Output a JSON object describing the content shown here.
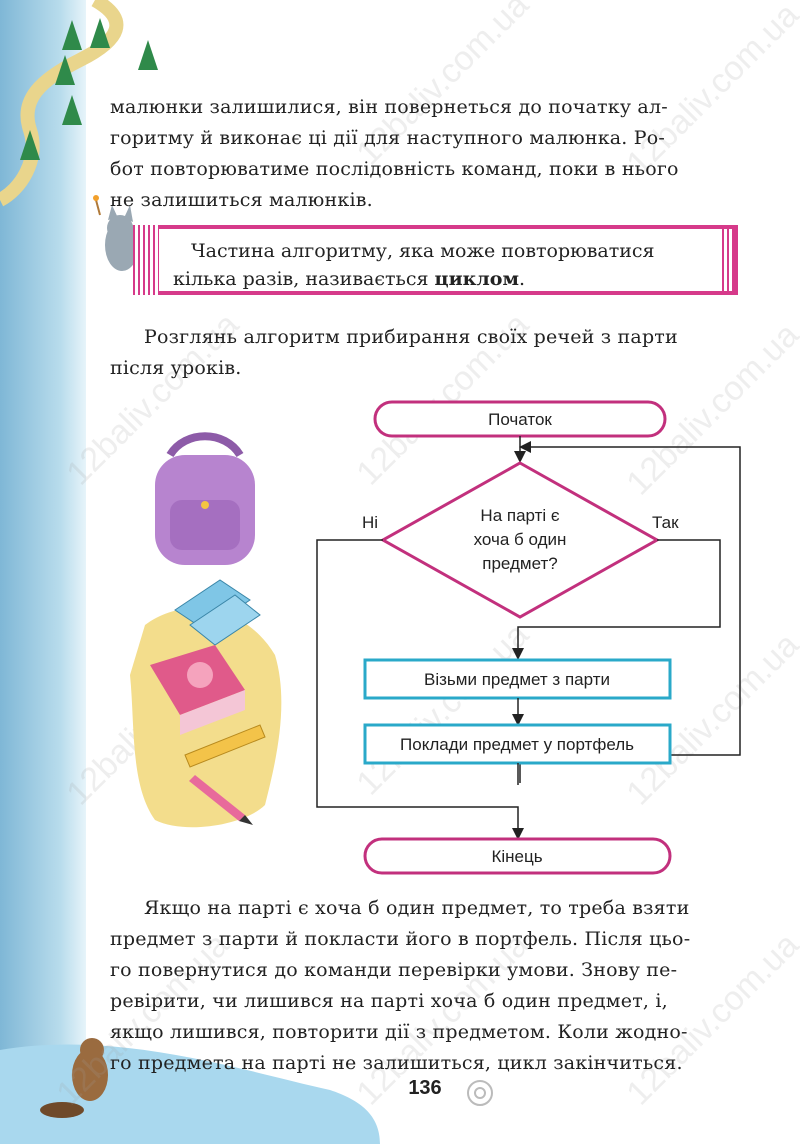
{
  "top_paragraph": {
    "lines": [
      "малюнки залишилися, він повернеться до початку ал-",
      "горитму й виконає ці дії для наступного малюнка. Ро-",
      "бот повторюватиме послідовність команд, поки в нього",
      "не залишиться малюнків."
    ]
  },
  "definition": {
    "line1": "Частина алгоритму, яка може повторюватися",
    "line2_prefix": "кілька разів, називається ",
    "term": "циклом",
    "line2_suffix": "."
  },
  "intro_paragraph": {
    "lines": [
      "Розглянь алгоритм прибирання своїх речей з парти",
      "після уроків."
    ]
  },
  "flowchart": {
    "start": "Початок",
    "condition_lines": [
      "На парті є",
      "хоча б один",
      "предмет?"
    ],
    "no_label": "Ні",
    "yes_label": "Так",
    "step1": "Візьми предмет з парти",
    "step2": "Поклади предмет у портфель",
    "end": "Кінець",
    "colors": {
      "terminal": "#c2307d",
      "process": "#2aa9c9",
      "decision": "#c2307d"
    }
  },
  "bottom_paragraph": {
    "lines": [
      "Якщо на парті є хоча б один предмет, то треба взяти",
      "предмет з парти й покласти його в портфель. Після цьо-",
      "го повернутися до команди перевірки умови. Знову пе-",
      "ревірити, чи лишився на парті хоча б один предмет, і,",
      "якщо лишився, повторити дії з предметом. Коли жодно-",
      "го предмета на парті не залишиться, цикл закінчиться."
    ]
  },
  "page_number": "136",
  "watermark": "12baliv.com.ua"
}
